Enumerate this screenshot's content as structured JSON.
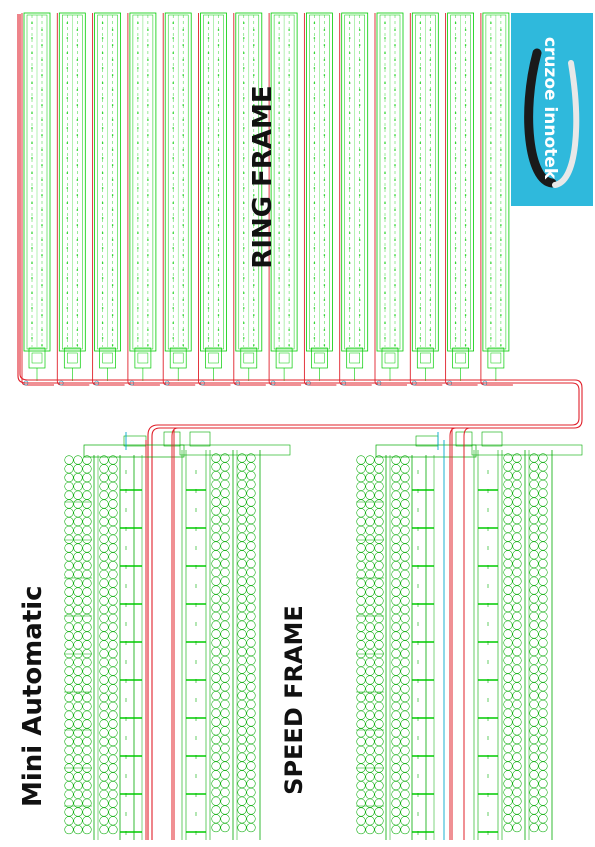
{
  "labels": {
    "ring_frame": "RING FRAME",
    "mini_automatic": "Mini Automatic",
    "speed_frame": "SPEED FRAME"
  },
  "logo": {
    "text": "cruzoe innotek",
    "background": "#2fb9dc"
  },
  "colors": {
    "machine_outline": "#00cc00",
    "duct_line": "#e0202a",
    "accent_cyan": "#00aacc",
    "background": "#ffffff"
  },
  "layout_items": {
    "ring_frames": 14,
    "speed_frame_groups": 2
  }
}
